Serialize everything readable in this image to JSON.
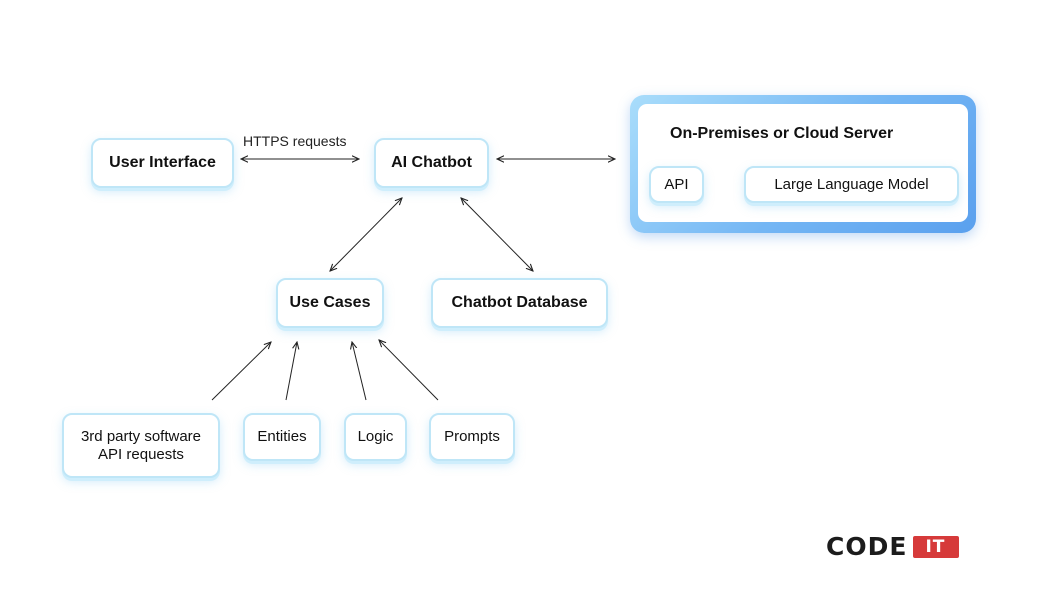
{
  "nodes": {
    "user_interface": "User Interface",
    "ai_chatbot": "AI Chatbot",
    "use_cases": "Use Cases",
    "chatbot_database": "Chatbot Database",
    "third_party_line1": "3rd party software",
    "third_party_line2": "API requests",
    "entities": "Entities",
    "logic": "Logic",
    "prompts": "Prompts"
  },
  "edge_labels": {
    "https": "HTTPS requests"
  },
  "server": {
    "title": "On-Premises or Cloud Server",
    "api": "API",
    "llm": "Large Language Model"
  },
  "logo": {
    "code": "CODE",
    "it": "IT"
  },
  "colors": {
    "node_border": "#bfe6f7",
    "server_gradient_start": "#a9ddfb",
    "server_gradient_end": "#5aa0ee",
    "logo_red": "#d63a3a"
  }
}
